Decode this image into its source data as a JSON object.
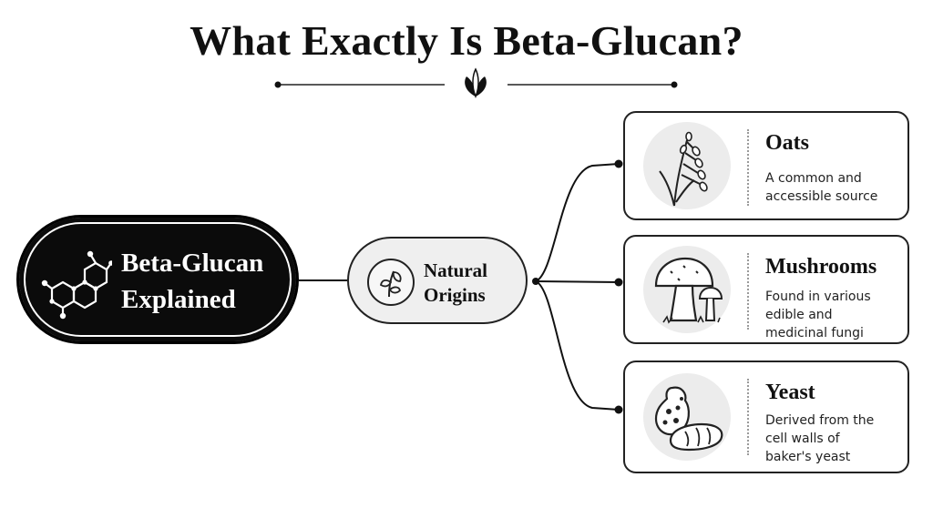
{
  "title": "What Exactly Is Beta-Glucan?",
  "main_node": {
    "label_line1": "Beta-Glucan",
    "label_line2": "Explained",
    "icon": "molecule-icon"
  },
  "mid_node": {
    "label_line1": "Natural",
    "label_line2": "Origins",
    "icon": "sprout-icon"
  },
  "sources": [
    {
      "title": "Oats",
      "desc_lines": [
        "A common and",
        "accessible source"
      ],
      "icon": "oat-plant-icon"
    },
    {
      "title": "Mushrooms",
      "desc_lines": [
        "Found in various",
        "edible and",
        "medicinal fungi"
      ],
      "icon": "mushroom-icon"
    },
    {
      "title": "Yeast",
      "desc_lines": [
        "Derived from the",
        "cell walls of",
        "baker's yeast"
      ],
      "icon": "yeast-bread-icon"
    }
  ],
  "colors": {
    "ink": "#111111",
    "main_fill": "#0b0b0b",
    "mid_fill": "#efefef",
    "icon_disc": "#ececec"
  }
}
